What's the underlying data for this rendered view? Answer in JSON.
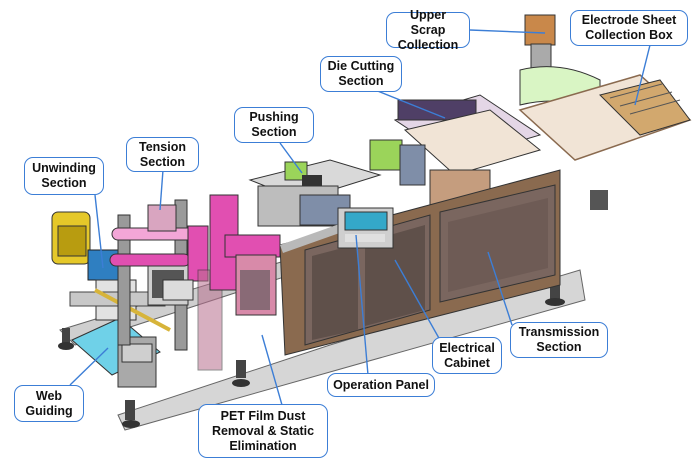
{
  "labels": {
    "upper_scrap": "Upper Scrap\nCollection",
    "electrode_sheet": "Electrode Sheet\nCollection Box",
    "die_cutting": "Die Cutting\nSection",
    "pushing": "Pushing\nSection",
    "tension": "Tension\nSection",
    "unwinding": "Unwinding\nSection",
    "web_guiding": "Web\nGuiding",
    "pet_film": "PET Film Dust\nRemoval & Static\nElimination",
    "operation_panel": "Operation Panel",
    "electrical_cabinet": "Electrical\nCabinet",
    "transmission": "Transmission\nSection"
  },
  "colors": {
    "callout_border": "#3c7ed6",
    "leader_line": "#3c7ed6",
    "frame": "#8a6a4f",
    "cabinet": "#7a665f",
    "table_top": "#f1e4d6",
    "green_parts": "#9bd45a",
    "magenta_rollers": "#e14fb1",
    "pink_rollers": "#f3a6d7",
    "yellow_motor": "#e5c829",
    "cyan_plate": "#6fd1e8"
  }
}
